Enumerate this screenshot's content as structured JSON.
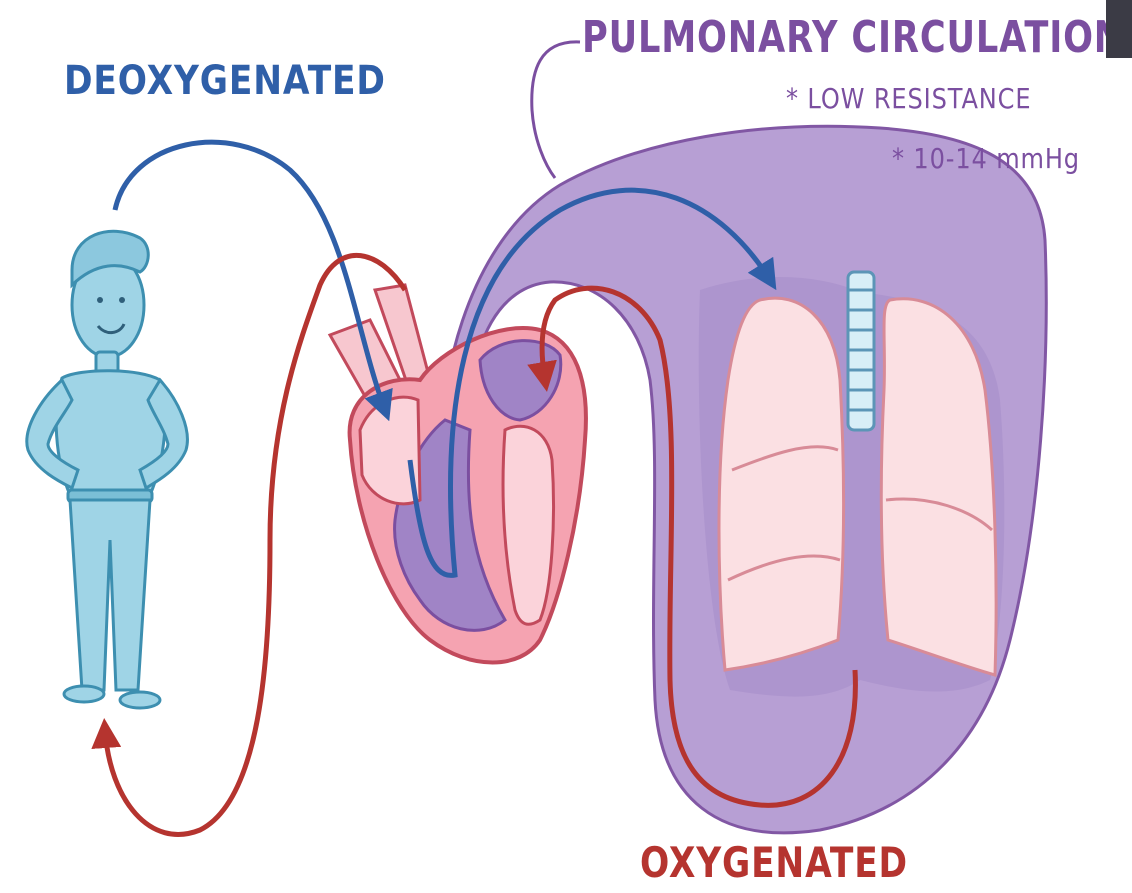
{
  "labels": {
    "deoxygenated": "DEOXYGENATED",
    "pulmonary_title": "PULMONARY CIRCULATION",
    "pulmonary_note_1": "* LOW RESISTANCE",
    "pulmonary_note_2": "* 10-14 mmHg",
    "oxygenated": "OXYGENATED"
  },
  "colors": {
    "deoxygenated_blue": "#2f5fa8",
    "oxygenated_red": "#b5342f",
    "pulmonary_purple": "#7b4fa0",
    "pulmonary_fill": "#b49ad2",
    "heart_pink": "#f5a3b1",
    "lung_pink": "#fbe0e3",
    "person_blue": "#9fd4e6"
  },
  "icons": [
    "person-figure",
    "heart-illustration",
    "lungs-illustration",
    "trachea-illustration"
  ]
}
